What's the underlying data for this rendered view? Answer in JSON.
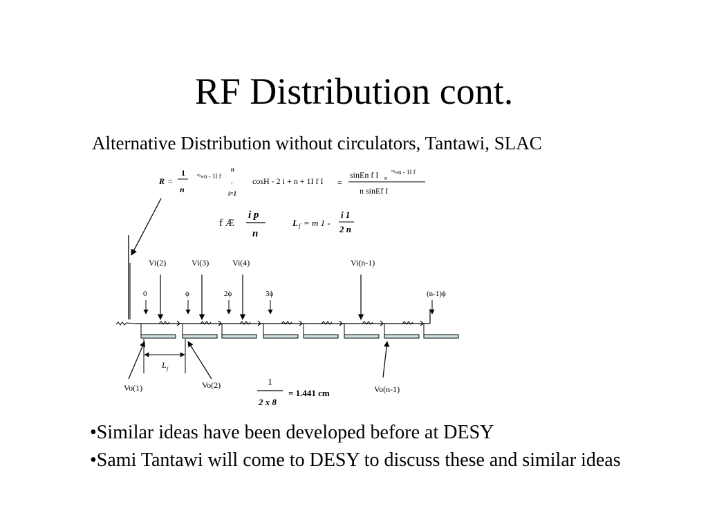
{
  "slide": {
    "title": "RF Distribution cont.",
    "subtitle": "Alternative Distribution without circulators, Tantawi, SLAC"
  },
  "equations": {
    "eq1": {
      "lhs": "R",
      "eq": "=",
      "frac_num": "1",
      "frac_den": "n",
      "sup1": "º¹»n - 1I f",
      "sum_top": "n",
      "sum_comma": ",",
      "sum_bottom": "i=1",
      "cos_term": "cosH - 2 i + n + 1I f I",
      "eq2": "=",
      "rhs_num": "sinEn f I",
      "rhs_sub": "n",
      "rhs_sup": "º¹»n - 1I f",
      "rhs_den": "n sinEf I"
    },
    "eq2": {
      "lhs": "f Æ",
      "frac_num": "i p",
      "frac_den": "n"
    },
    "eq3": {
      "lhs": "L",
      "lhs_sub": "f",
      "eq": "= m 1 -",
      "frac_num": "i 1",
      "frac_den": "2 n"
    },
    "eq4": {
      "frac_num": "1",
      "frac_den": "2 x 8",
      "result": "= 1.441 cm"
    }
  },
  "circuit": {
    "input_labels": [
      "Vi(2)",
      "Vi(3)",
      "Vi(4)",
      "Vi(n-1)"
    ],
    "phase_labels": [
      "0",
      "ϕ",
      "2ϕ",
      "3ϕ",
      "(n-1)ϕ"
    ],
    "output_labels": [
      "Vo(1)",
      "Vo(2)",
      "Vo(n-1)"
    ],
    "spacing_label": "L",
    "spacing_sub": "f",
    "element_fill": "#cfe3e6"
  },
  "bullets": [
    "•Similar ideas have been developed before at DESY",
    "•Sami Tantawi will come to DESY to discuss these and similar ideas"
  ]
}
